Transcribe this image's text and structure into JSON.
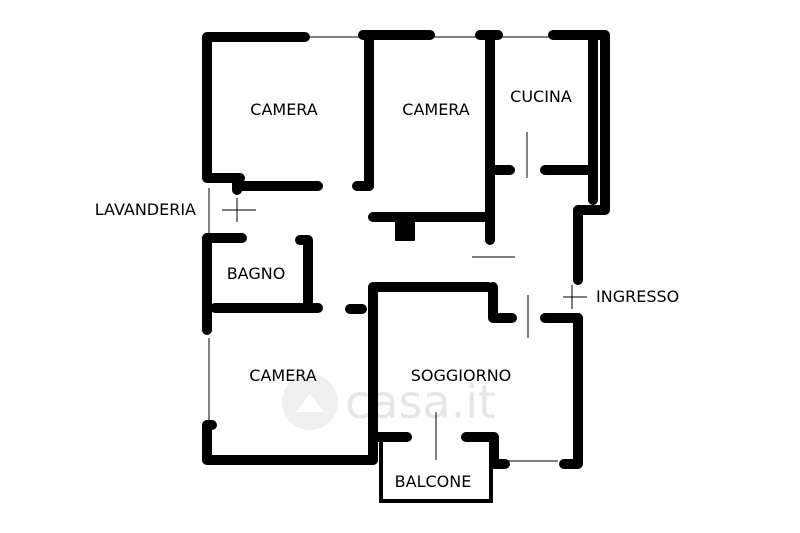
{
  "rooms": {
    "camera_1": "CAMERA",
    "camera_2": "CAMERA",
    "cucina": "CUCINA",
    "bagno": "BAGNO",
    "camera_3": "CAMERA",
    "soggiorno": "SOGGIORNO",
    "balcone": "BALCONE"
  },
  "labels": {
    "lavanderia": "LAVANDERIA",
    "ingresso": "INGRESSO"
  },
  "watermark": "casa.it",
  "colors": {
    "wall": "#000000",
    "window": "#000000",
    "watermark": "#e6e6e6"
  }
}
